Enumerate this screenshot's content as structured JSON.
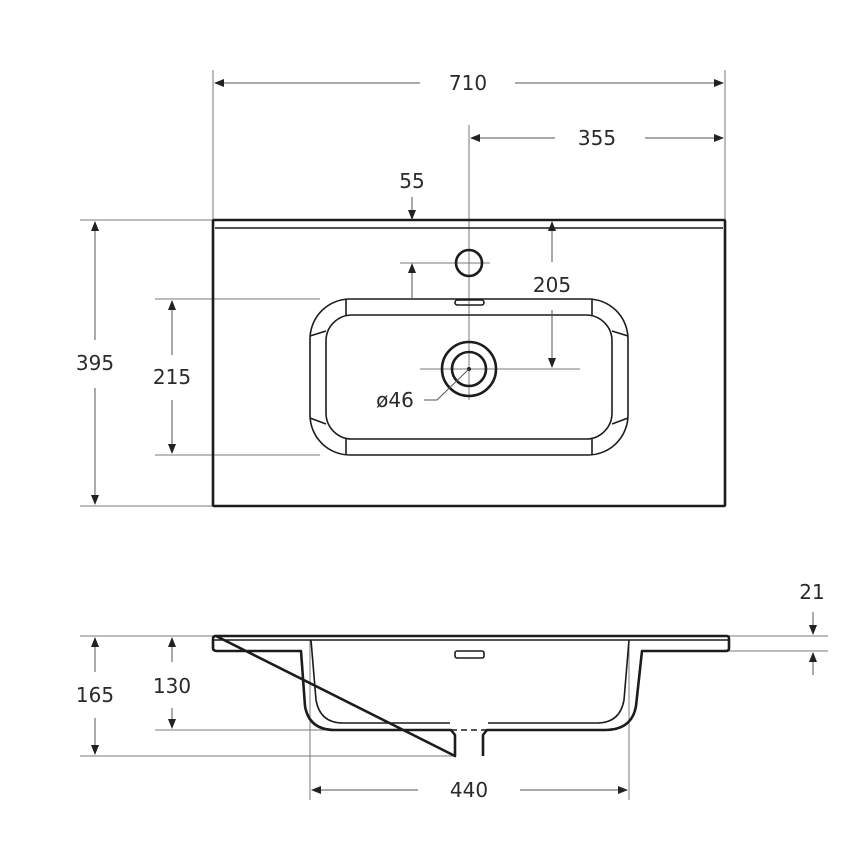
{
  "drawing": {
    "title": "Washbasin dimension drawing",
    "units": "mm",
    "top_view": {
      "overall_width": "710",
      "half_width_to_tap_axis": "355",
      "tap_hole_offset_from_back": "55",
      "drain_offset_from_back": "205",
      "overall_depth": "395",
      "bowl_depth": "215",
      "drain_diameter": "ø46"
    },
    "side_view": {
      "slab_thickness": "21",
      "overall_height": "165",
      "bowl_height": "130",
      "bowl_width": "440"
    }
  }
}
